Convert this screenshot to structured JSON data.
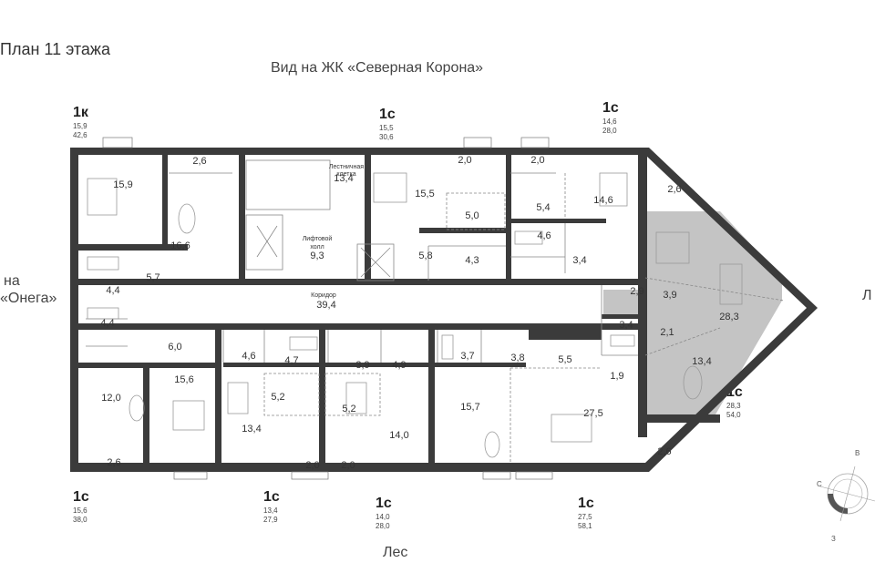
{
  "plan_title": "План 11 этажа",
  "views": {
    "top": "Вид на ЖК «Северная Корона»",
    "left_line1": "на",
    "left_line2": "«Онега»",
    "right": "Л",
    "bottom": "Лес"
  },
  "units": [
    {
      "type": "1к",
      "living": "15,9",
      "total": "42,6"
    },
    {
      "type": "1с",
      "living": "15,5",
      "total": "30,6"
    },
    {
      "type": "1с",
      "living": "14,6",
      "total": "28,0"
    },
    {
      "type": "1с",
      "living": "28,3",
      "total": "54,0"
    },
    {
      "type": "1с",
      "living": "15,6",
      "total": "38,0"
    },
    {
      "type": "1с",
      "living": "13,4",
      "total": "27,9"
    },
    {
      "type": "1с",
      "living": "14,0",
      "total": "28,0"
    },
    {
      "type": "1с",
      "living": "27,5",
      "total": "58,1"
    }
  ],
  "rooms": [
    "15,9",
    "2,6",
    "16,6",
    "13,4",
    "15,5",
    "5,0",
    "2,0",
    "2,0",
    "5,4",
    "14,6",
    "2,6",
    "4,6",
    "3,4",
    "9,3",
    "5,8",
    "4,3",
    "4,4",
    "5,7",
    "39,4",
    "2,9",
    "3,9",
    "28,3",
    "3,4",
    "2,1",
    "4,4",
    "6,0",
    "4,6",
    "4,7",
    "3,9",
    "4,9",
    "3,7",
    "3,8",
    "5,5",
    "1,9",
    "13,4",
    "12,0",
    "15,6",
    "5,2",
    "5,2",
    "13,4",
    "14,0",
    "15,7",
    "27,5",
    "2,6",
    "2,6",
    "2,0",
    "2,0"
  ],
  "labels": {
    "stair_line1": "Лестничная",
    "stair_line2": "клетка",
    "lift_line1": "Лифтовой",
    "lift_line2": "холл",
    "corridor": "Коридор"
  },
  "compass": {
    "north": "С",
    "east": "В",
    "south": "З"
  }
}
